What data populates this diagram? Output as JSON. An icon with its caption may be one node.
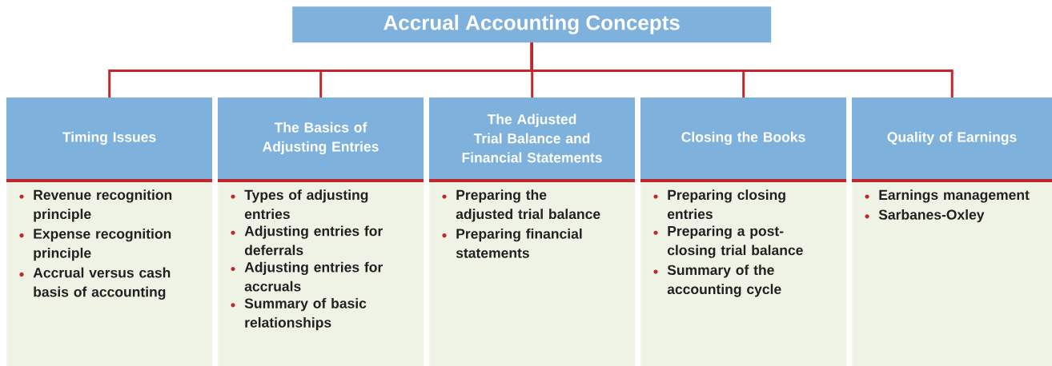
{
  "diagram": {
    "nodes": [
      {
        "text": [
          "Accrual Accounting Concepts"
        ]
      },
      {
        "text": [
          "Timing Issues",
          "Revenue recognition principle",
          "Expense recognition principle",
          "Accrual versus cash basis of accounting"
        ]
      },
      {
        "text": [
          "The Basics of Adjusting Entries",
          "Types of adjusting entries",
          "Adjusting entries for deferrals",
          "Adjusting entries for accruals",
          "Summary of basic relationships"
        ]
      },
      {
        "text": [
          "The Adjusted Trial Balance and Financial Statements",
          "Preparing the adjusted trial balance",
          "Preparing financial statements"
        ]
      },
      {
        "text": [
          "Closing the Books",
          "Preparing closing entries",
          "Preparing a post-closing trial balance",
          "Summary of the accounting cycle"
        ]
      },
      {
        "text": [
          "Quality of Earnings",
          "Earnings management",
          "Sarbanes-Oxley"
        ]
      }
    ],
    "edges": [
      {
        "from": 0,
        "to": 1,
        "arrow": "none"
      },
      {
        "from": 0,
        "to": 2,
        "arrow": "none"
      },
      {
        "from": 0,
        "to": 3,
        "arrow": "none"
      },
      {
        "from": 0,
        "to": 4,
        "arrow": "none"
      },
      {
        "from": 0,
        "to": 5,
        "arrow": "none"
      }
    ]
  }
}
